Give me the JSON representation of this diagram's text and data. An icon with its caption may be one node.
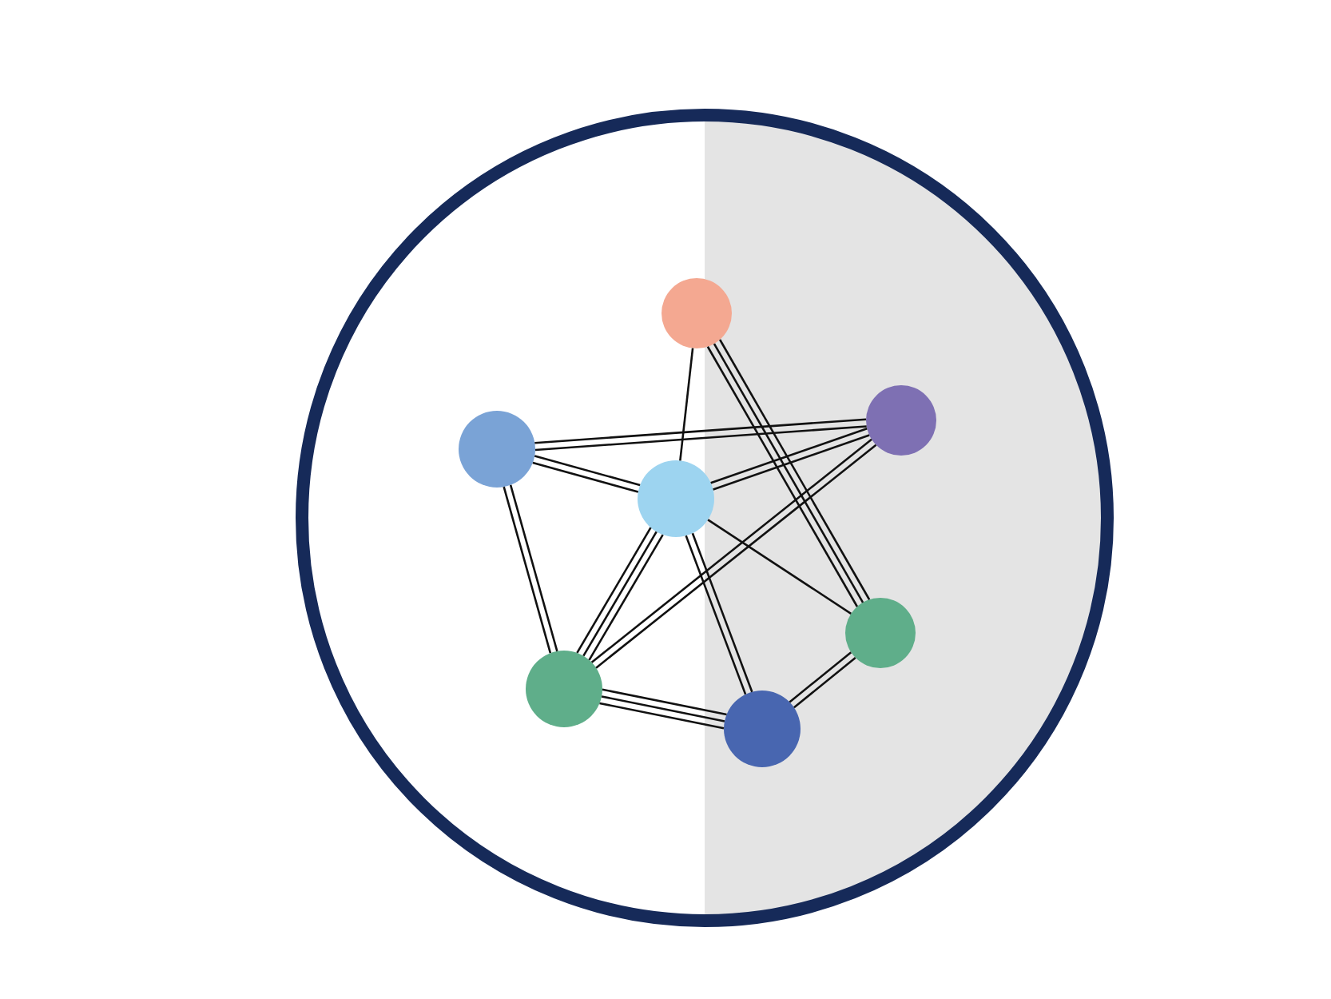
{
  "diagram": {
    "nodes": [
      {
        "text": [],
        "shape": "circle"
      },
      {
        "text": [],
        "shape": "circle",
        "in": 0
      },
      {
        "text": [],
        "shape": "circle",
        "in": 0
      },
      {
        "text": [],
        "shape": "circle",
        "in": 0
      },
      {
        "text": [],
        "shape": "circle",
        "in": 0
      },
      {
        "text": [],
        "shape": "circle",
        "in": 0
      },
      {
        "text": [],
        "shape": "circle",
        "in": 0
      },
      {
        "text": [],
        "shape": "circle",
        "in": 0
      }
    ],
    "edges": [
      {
        "from": 1,
        "to": 4,
        "arrow": "none"
      },
      {
        "from": 1,
        "to": 5,
        "arrow": "none"
      },
      {
        "from": 1,
        "to": 5,
        "arrow": "none"
      },
      {
        "from": 1,
        "to": 5,
        "arrow": "none"
      },
      {
        "from": 2,
        "to": 3,
        "arrow": "none"
      },
      {
        "from": 2,
        "to": 3,
        "arrow": "none"
      },
      {
        "from": 2,
        "to": 4,
        "arrow": "none"
      },
      {
        "from": 2,
        "to": 4,
        "arrow": "none"
      },
      {
        "from": 2,
        "to": 6,
        "arrow": "none"
      },
      {
        "from": 2,
        "to": 6,
        "arrow": "none"
      },
      {
        "from": 3,
        "to": 4,
        "arrow": "none"
      },
      {
        "from": 3,
        "to": 4,
        "arrow": "none"
      },
      {
        "from": 3,
        "to": 6,
        "arrow": "none"
      },
      {
        "from": 3,
        "to": 6,
        "arrow": "none"
      },
      {
        "from": 4,
        "to": 6,
        "arrow": "none"
      },
      {
        "from": 4,
        "to": 6,
        "arrow": "none"
      },
      {
        "from": 4,
        "to": 6,
        "arrow": "none"
      },
      {
        "from": 4,
        "to": 7,
        "arrow": "none"
      },
      {
        "from": 4,
        "to": 7,
        "arrow": "none"
      },
      {
        "from": 4,
        "to": 5,
        "arrow": "none"
      },
      {
        "from": 6,
        "to": 7,
        "arrow": "none"
      },
      {
        "from": 6,
        "to": 7,
        "arrow": "none"
      },
      {
        "from": 6,
        "to": 7,
        "arrow": "none"
      },
      {
        "from": 7,
        "to": 5,
        "arrow": "none"
      },
      {
        "from": 7,
        "to": 5,
        "arrow": "none"
      }
    ]
  }
}
